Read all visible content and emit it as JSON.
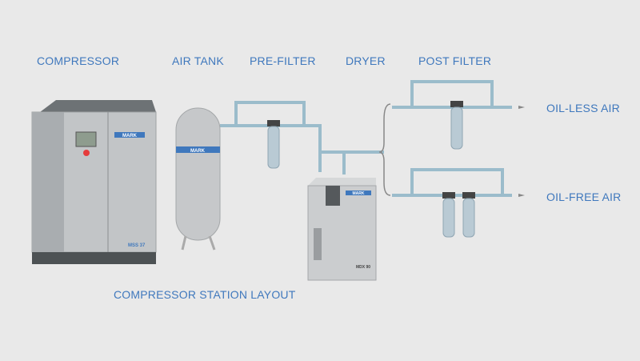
{
  "labels": {
    "compressor": "COMPRESSOR",
    "air_tank": "AIR TANK",
    "pre_filter": "PRE-FILTER",
    "dryer": "DRYER",
    "post_filter": "POST FILTER",
    "oil_less": "OIL-LESS AIR",
    "oil_free": "OIL-FREE AIR",
    "title": "COMPRESSOR STATION LAYOUT"
  },
  "equipment": {
    "brand": "MARK",
    "compressor_model": "MSS 37",
    "dryer_model": "MDX 90"
  },
  "colors": {
    "label": "#3f78bd",
    "pipe": "#9bbccb",
    "body": "#bfc2c4"
  }
}
